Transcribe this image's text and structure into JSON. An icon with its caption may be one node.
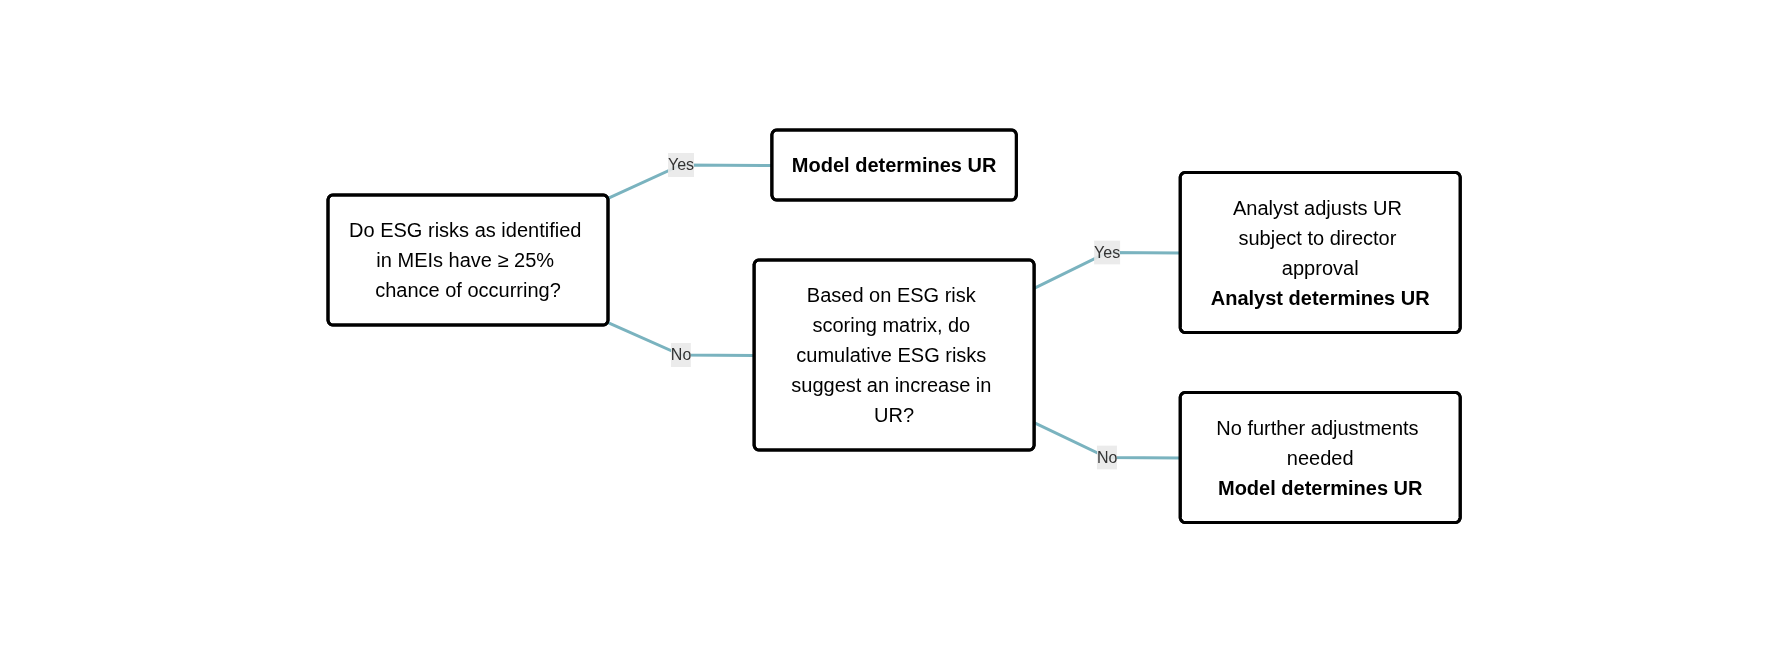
{
  "diagram": {
    "nodes": [
      {
        "text": [
          "Do ESG risks as identified in MEIs have ≥ 25% chance of occurring?"
        ]
      },
      {
        "text": [
          "Model determines UR"
        ]
      },
      {
        "text": [
          "Based on ESG risk scoring matrix, do cumulative ESG risks suggest an increase in UR?"
        ]
      },
      {
        "text": [
          "Analyst adjusts UR subject to director approval",
          "Analyst determines UR"
        ]
      },
      {
        "text": [
          "No further adjustments needed",
          "Model determines UR"
        ]
      }
    ],
    "edges": [
      {
        "from": 0,
        "to": 1,
        "arrow": "none",
        "label": "Yes"
      },
      {
        "from": 0,
        "to": 2,
        "arrow": "none",
        "label": "No"
      },
      {
        "from": 2,
        "to": 3,
        "arrow": "none",
        "label": "Yes"
      },
      {
        "from": 2,
        "to": 4,
        "arrow": "none",
        "label": "No"
      }
    ]
  }
}
